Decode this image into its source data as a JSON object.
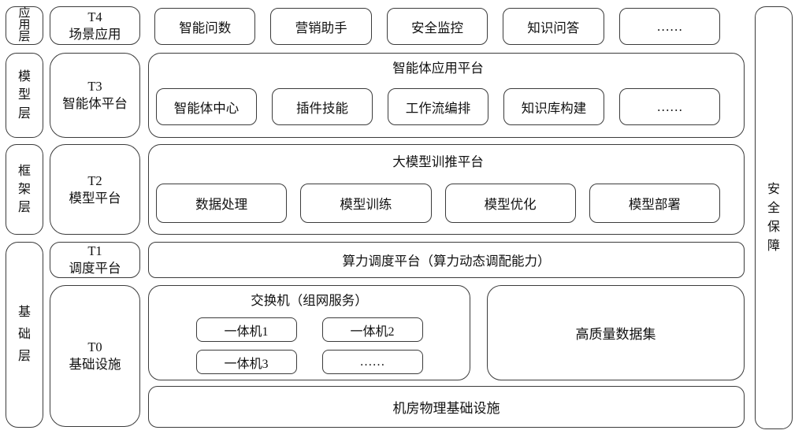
{
  "layers": [
    "应用层",
    "模型层",
    "框架层",
    "基础层"
  ],
  "tiers": [
    {
      "code": "T4",
      "name": "场景应用"
    },
    {
      "code": "T3",
      "name": "智能体平台"
    },
    {
      "code": "T2",
      "name": "模型平台"
    },
    {
      "code": "T1",
      "name": "调度平台"
    },
    {
      "code": "T0",
      "name": "基础设施"
    }
  ],
  "app_row": {
    "items": [
      "智能问数",
      "营销助手",
      "安全监控",
      "知识问答",
      "……"
    ]
  },
  "agent_platform": {
    "title": "智能体应用平台",
    "items": [
      "智能体中心",
      "插件技能",
      "工作流编排",
      "知识库构建",
      "……"
    ]
  },
  "training_platform": {
    "title": "大模型训推平台",
    "items": [
      "数据处理",
      "模型训练",
      "模型优化",
      "模型部署"
    ]
  },
  "scheduling": {
    "label": "算力调度平台（算力动态调配能力）"
  },
  "switch": {
    "title": "交换机（组网服务）",
    "items": [
      "一体机1",
      "一体机2",
      "一体机3",
      "……"
    ]
  },
  "dataset": {
    "label": "高质量数据集"
  },
  "physical": {
    "label": "机房物理基础设施"
  },
  "security": {
    "label": "安全保障"
  },
  "colors": {
    "border": "#3b3b3b",
    "background": "#ffffff",
    "text": "#111111"
  }
}
